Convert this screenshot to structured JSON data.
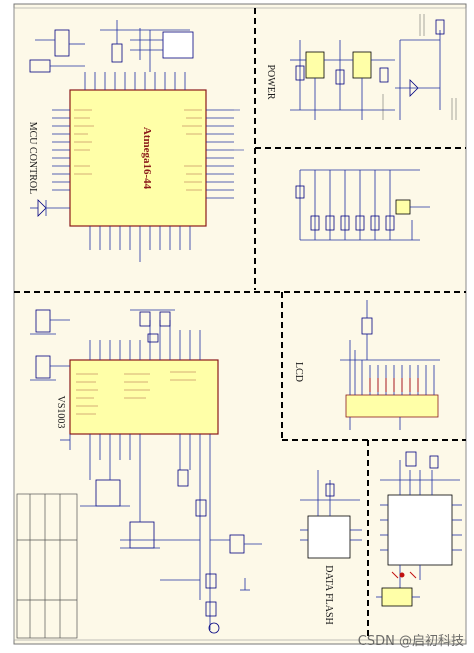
{
  "sections": {
    "mcu": "MCU CONTROL",
    "power": "POWER",
    "lcd": "LCD",
    "vs1003": "VS1003",
    "flash": "DATA FLASH"
  },
  "chips": {
    "mcu_chip": "Atmega16-44"
  },
  "watermark": "CSDN @启初科技",
  "colors": {
    "paper": "#fdf9e8",
    "chip_fill": "#ffffa8",
    "chip_border": "#8b1a1a",
    "wire": "#1f2fa0",
    "component": "#000080",
    "dash": "#000000"
  }
}
